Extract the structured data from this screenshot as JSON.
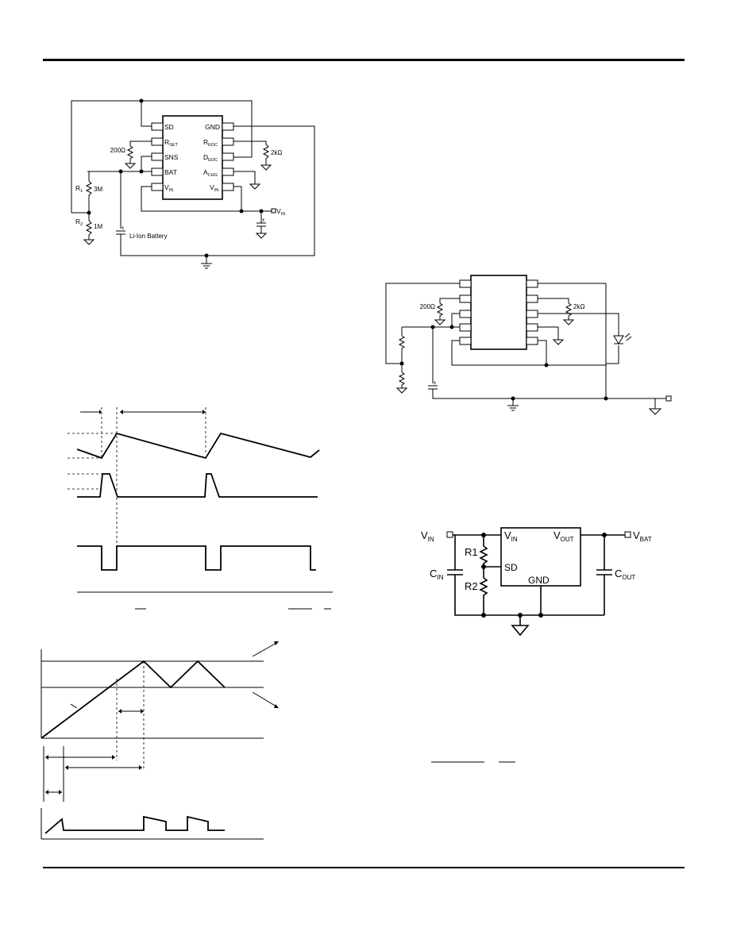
{
  "fig1": {
    "pins_left": [
      "SD",
      "R",
      "SNS",
      "BAT",
      "V"
    ],
    "pins_left_sub": [
      "",
      "SET",
      "",
      "",
      "IN"
    ],
    "pins_right": [
      "GND",
      "R",
      "D",
      "A",
      "V"
    ],
    "pins_right_sub": [
      "",
      "EOC",
      "EOC",
      "CHG",
      "IN"
    ],
    "r_set": "200Ω",
    "r_eoc": "2kΩ",
    "r1_label": "R",
    "r1_sub": "1",
    "r1_value": "3M",
    "r2_label": "R",
    "r2_sub": "2",
    "r2_value": "1M",
    "vin_label": "V",
    "vin_sub": "IN",
    "battery_label": "Li-Ion Battery",
    "cap_plus": "±"
  },
  "fig2": {
    "r_set": "200Ω",
    "r_eoc": "2kΩ",
    "cap_plus": "±"
  },
  "fig3": {
    "vin_label": "V",
    "vin_sub": "IN",
    "vbat_label": "V",
    "vbat_sub": "BAT",
    "ic_vin": "V",
    "ic_vin_sub": "IN",
    "ic_vout": "V",
    "ic_vout_sub": "OUT",
    "ic_sd": "SD",
    "ic_gnd": "GND",
    "r1": "R1",
    "r2": "R2",
    "cin": "C",
    "cin_sub": "IN",
    "cout": "C",
    "cout_sub": "OUT"
  }
}
